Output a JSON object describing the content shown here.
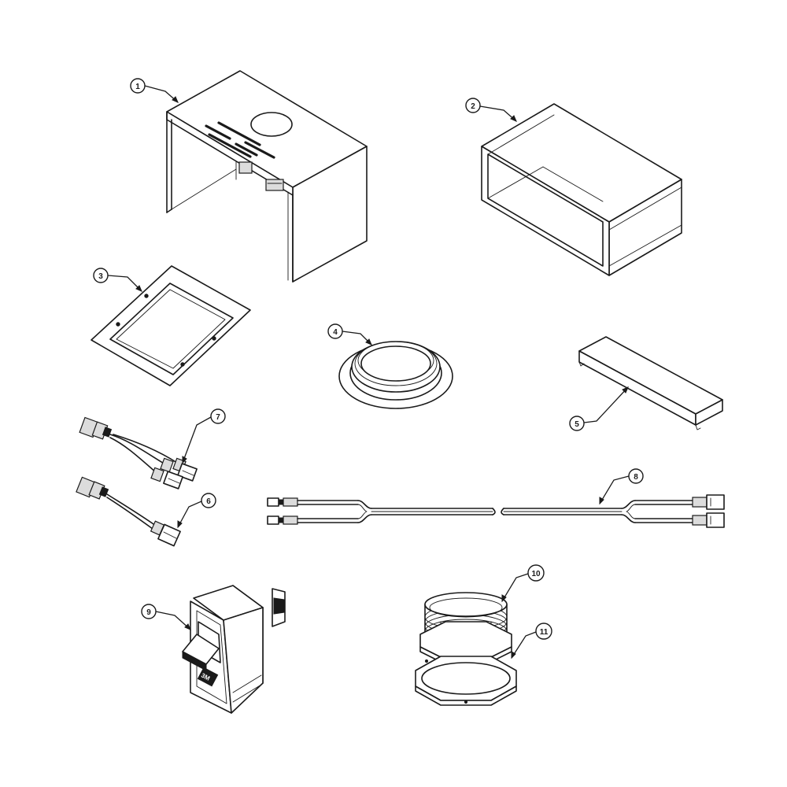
{
  "diagram": {
    "parts": [
      {
        "id": "1",
        "label": "1",
        "icon": "housing-cover-icon"
      },
      {
        "id": "2",
        "label": "2",
        "icon": "open-frame-box-icon"
      },
      {
        "id": "3",
        "label": "3",
        "icon": "mounting-gasket-frame-icon"
      },
      {
        "id": "4",
        "label": "4",
        "icon": "round-collar-ring-icon"
      },
      {
        "id": "5",
        "label": "5",
        "icon": "channel-bracket-icon"
      },
      {
        "id": "6",
        "label": "6",
        "icon": "single-wire-harness-icon"
      },
      {
        "id": "7",
        "label": "7",
        "icon": "y-splitter-harness-icon"
      },
      {
        "id": "8",
        "label": "8",
        "icon": "dual-extension-cable-icon"
      },
      {
        "id": "9",
        "label": "9",
        "icon": "rocker-switch-icon"
      },
      {
        "id": "10",
        "label": "10",
        "icon": "round-duct-adapter-icon"
      },
      {
        "id": "11",
        "label": "11",
        "icon": "octagonal-flange-plate-icon"
      }
    ],
    "switch_badge": "3M"
  }
}
